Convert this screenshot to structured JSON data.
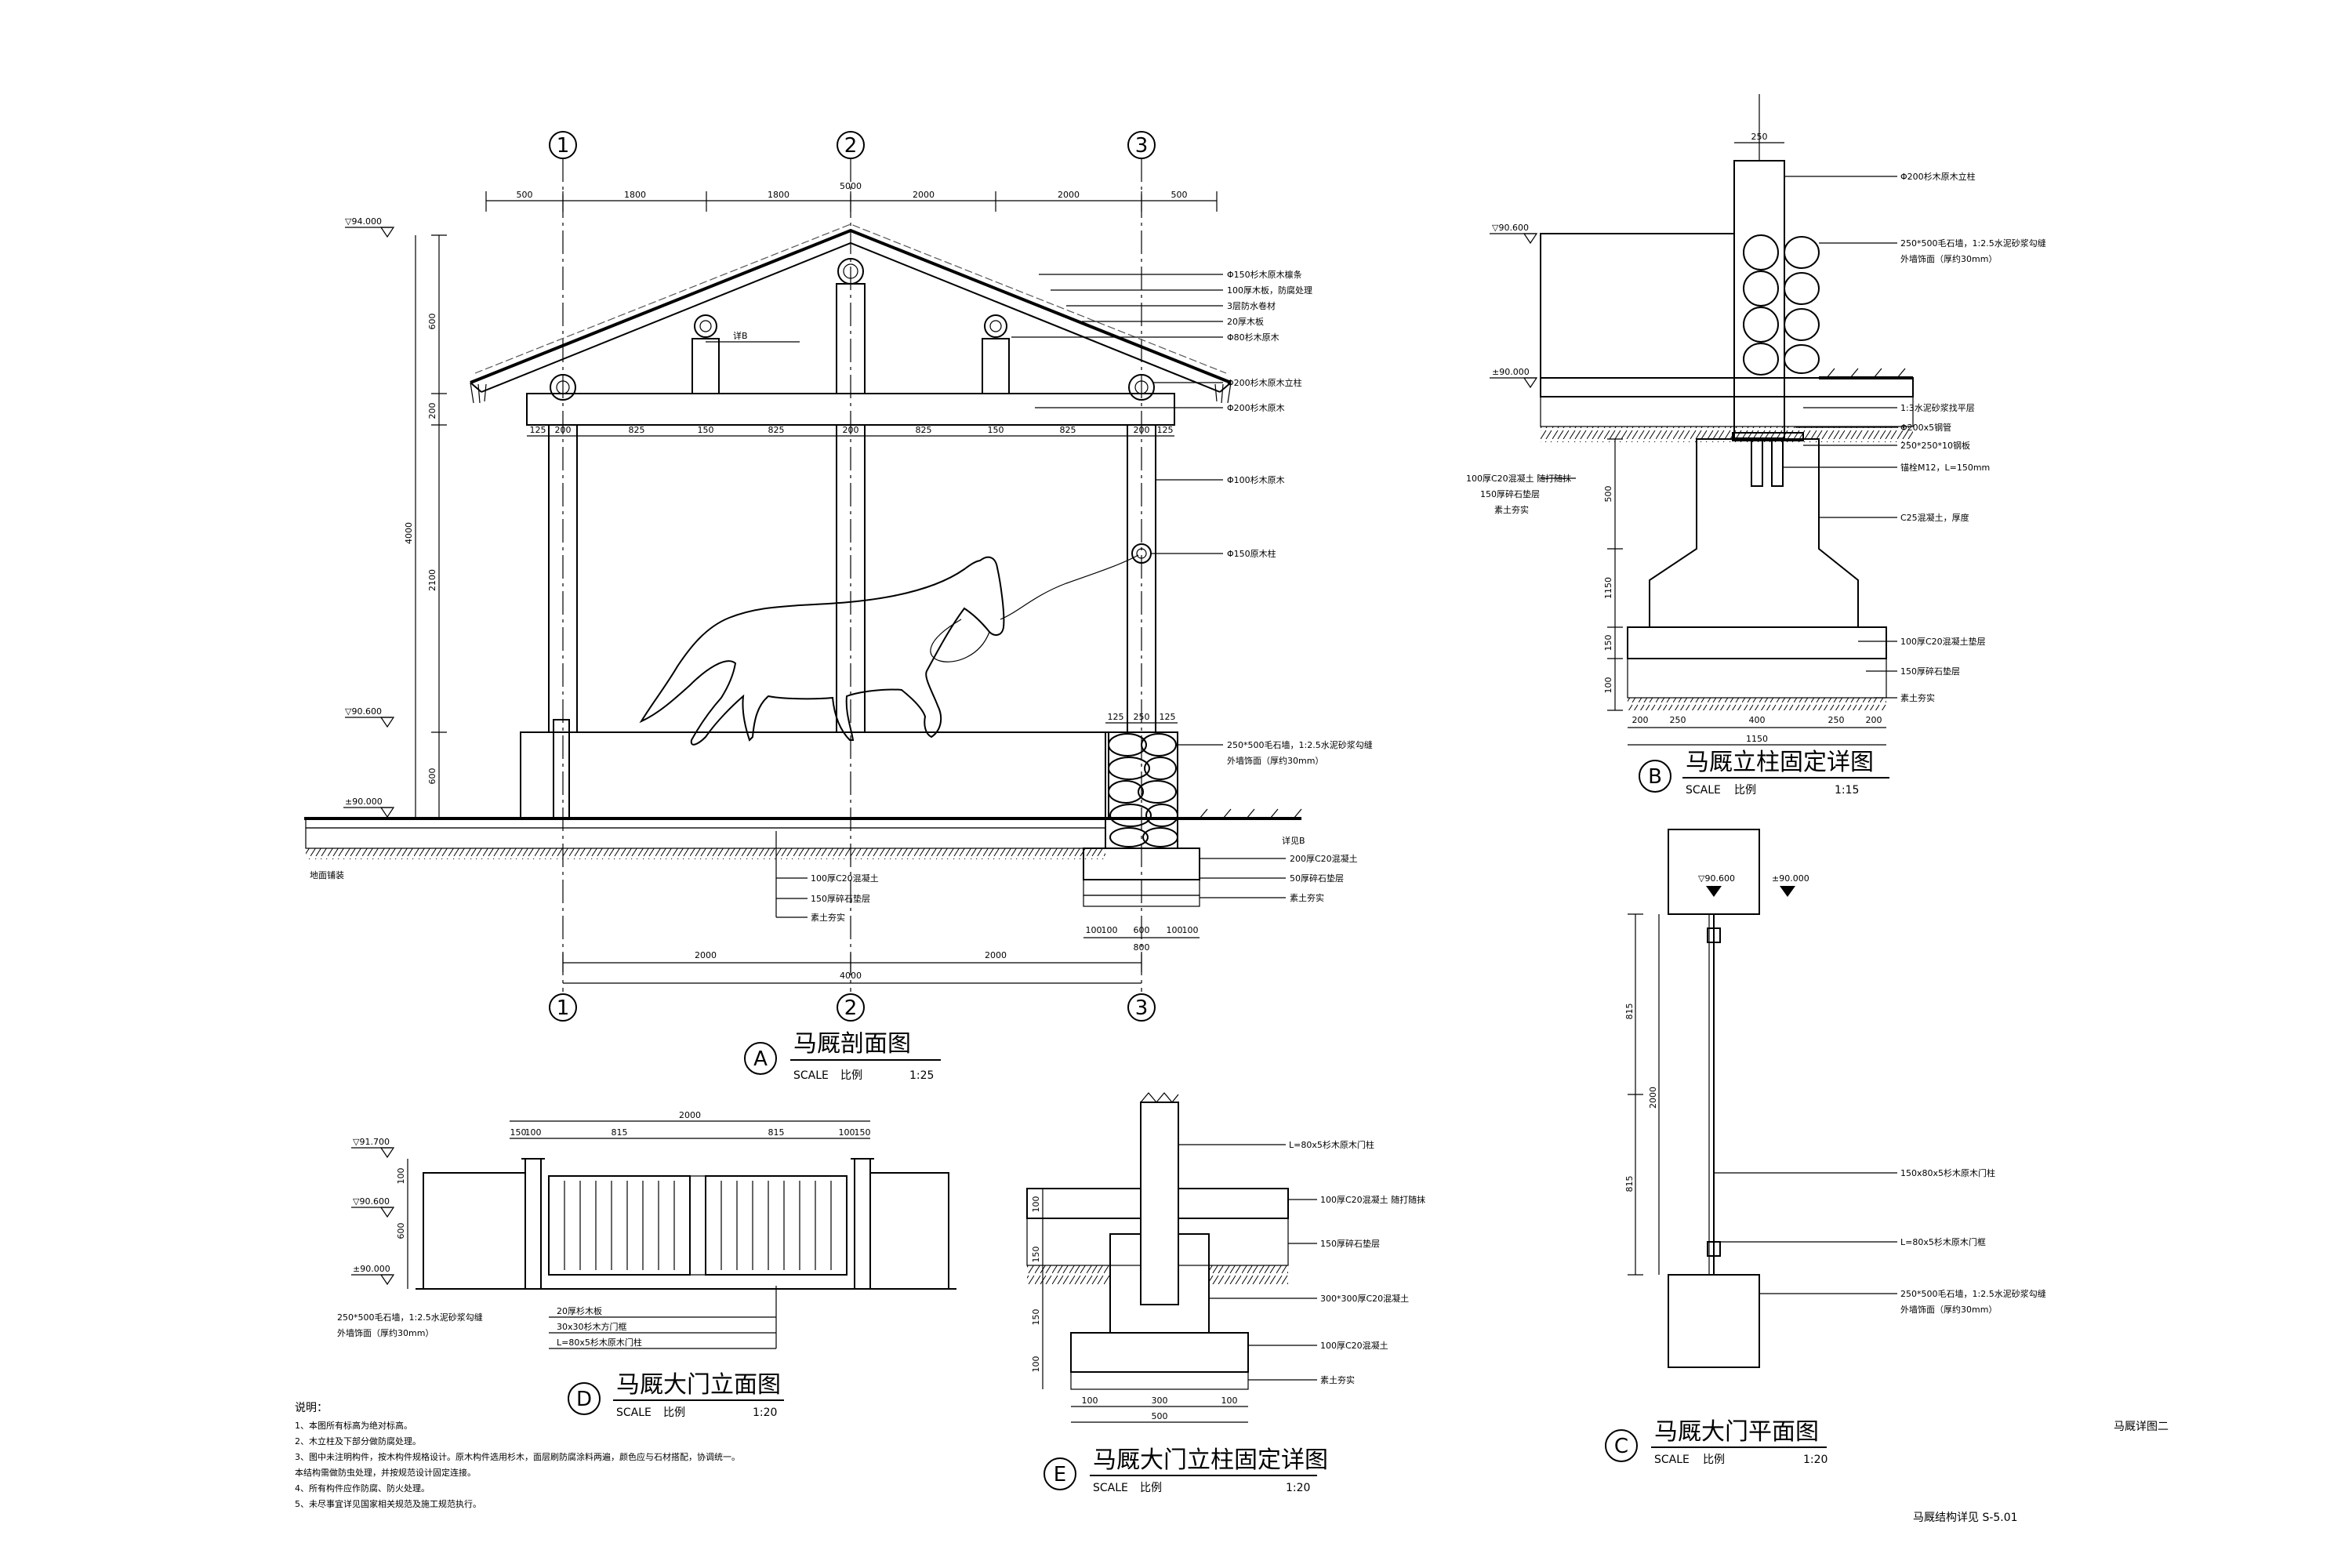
{
  "sheet": {
    "sheet_title": "马厩结构详见 S-5.01",
    "drawing_name": "马厩详图二"
  },
  "axes": {
    "one": "1",
    "two": "2",
    "three": "3"
  },
  "view_a": {
    "marker": "A",
    "title": "马厩剖面图",
    "scale_label": "SCALE",
    "scale_cn": "比例",
    "scale_value": "1:25",
    "levels": [
      "▽94.000",
      "▽90.600",
      "±90.000"
    ],
    "top_dims": [
      "500",
      "1800",
      "1800",
      "2000",
      "2000",
      "500"
    ],
    "total_dim": "5000",
    "mid_dims": [
      "125",
      "200",
      "825",
      "150",
      "825",
      "200",
      "825",
      "150",
      "825",
      "200",
      "125"
    ],
    "bottom_dims": [
      "2000",
      "2000"
    ],
    "bottom_total": "4000",
    "vert_dims": [
      "4000",
      "600",
      "200",
      "2100",
      "600"
    ],
    "wall_dims": [
      "125",
      "250",
      "125"
    ],
    "found_dims": [
      "100",
      "100",
      "600",
      "100",
      "100"
    ],
    "found_total": "800",
    "notes": [
      "Φ150杉木原木檩条",
      "100厚木板，防腐处理",
      "3层防水卷材",
      "20厚木板",
      "Φ80杉木原木",
      "Φ200杉木原木立柱",
      "Φ200杉木原木",
      "Φ100杉木原木",
      "250*500毛石墙，1:2.5水泥砂浆勾缝",
      "外墙饰面（厚约30mm）",
      "100厚C20混凝土",
      "150厚碎石垫层",
      "素土夯实",
      "详见B",
      "200厚C20混凝土",
      "50厚碎石垫层",
      "素土夯实",
      "地面铺装"
    ],
    "side_notes": [
      "Φ150原木柱",
      "详B"
    ]
  },
  "view_b": {
    "marker": "B",
    "title": "马厩立柱固定详图",
    "scale_label": "SCALE",
    "scale_cn": "比例",
    "scale_value": "1:15",
    "levels": [
      "▽90.600",
      "±90.000"
    ],
    "dims": [
      "200",
      "250",
      "400",
      "250",
      "200"
    ],
    "total": "1150",
    "vert_dims": [
      "500",
      "1150",
      "150",
      "100"
    ],
    "notes": [
      "Φ200杉木原木立柱",
      "250*500毛石墙，1:2.5水泥砂浆勾缝",
      "外墙饰面（厚约30mm）",
      "1:3水泥砂浆找平层",
      "Φ200x5钢管",
      "250*250*10钢板",
      "锚栓M12，L=150mm",
      "C25混凝土，厚度",
      "100厚C20混凝土垫层",
      "150厚碎石垫层",
      "素土夯实"
    ],
    "left_notes": [
      "100厚C20混凝土 随打随抹",
      "150厚碎石垫层",
      "素土夯实"
    ]
  },
  "view_c": {
    "marker": "C",
    "title": "马厩大门平面图",
    "scale_label": "SCALE",
    "scale_cn": "比例",
    "scale_value": "1:20",
    "levels": [
      "▽90.600",
      "±90.000"
    ],
    "dims": [
      "815",
      "815",
      "2000"
    ],
    "notes": [
      "150x80x5杉木原木门柱",
      "L=80x5杉木原木门框",
      "250*500毛石墙，1:2.5水泥砂浆勾缝",
      "外墙饰面（厚约30mm）"
    ]
  },
  "view_d": {
    "marker": "D",
    "title": "马厩大门立面图",
    "scale_label": "SCALE",
    "scale_cn": "比例",
    "scale_value": "1:20",
    "levels": [
      "▽91.700",
      "▽90.600",
      "±90.000"
    ],
    "dims": [
      "150",
      "100",
      "815",
      "815",
      "100",
      "150"
    ],
    "total": "2000",
    "vert_dims": [
      "600",
      "100"
    ],
    "notes": [
      "20厚杉木板",
      "30x30杉木方门框",
      "L=80x5杉木原木门柱"
    ],
    "wall_note": [
      "250*500毛石墙，1:2.5水泥砂浆勾缝",
      "外墙饰面（厚约30mm）"
    ]
  },
  "view_e": {
    "marker": "E",
    "title": "马厩大门立柱固定详图",
    "scale_label": "SCALE",
    "scale_cn": "比例",
    "scale_value": "1:20",
    "dims": [
      "100",
      "300",
      "100"
    ],
    "total": "500",
    "vert_dims": [
      "100",
      "150",
      "150",
      "100"
    ],
    "notes": [
      "L=80x5杉木原木门柱",
      "100厚C20混凝土 随打随抹",
      "150厚碎石垫层",
      "300*300厚C20混凝土",
      "100厚C20混凝土",
      "素土夯实"
    ]
  },
  "general_notes": {
    "heading": "说明：",
    "items": [
      "1、本图所有标高为绝对标高。",
      "2、木立柱及下部分做防腐处理。",
      "3、图中未注明构件，按木构件规格设计。原木构件选用杉木，面层刷防腐涂料两遍，颜色应与石材搭配，协调统一。",
      "   本结构需做防虫处理，并按规范设计固定连接。",
      "4、所有构件应作防腐、防火处理。",
      "5、未尽事宜详见国家相关规范及施工规范执行。"
    ]
  }
}
